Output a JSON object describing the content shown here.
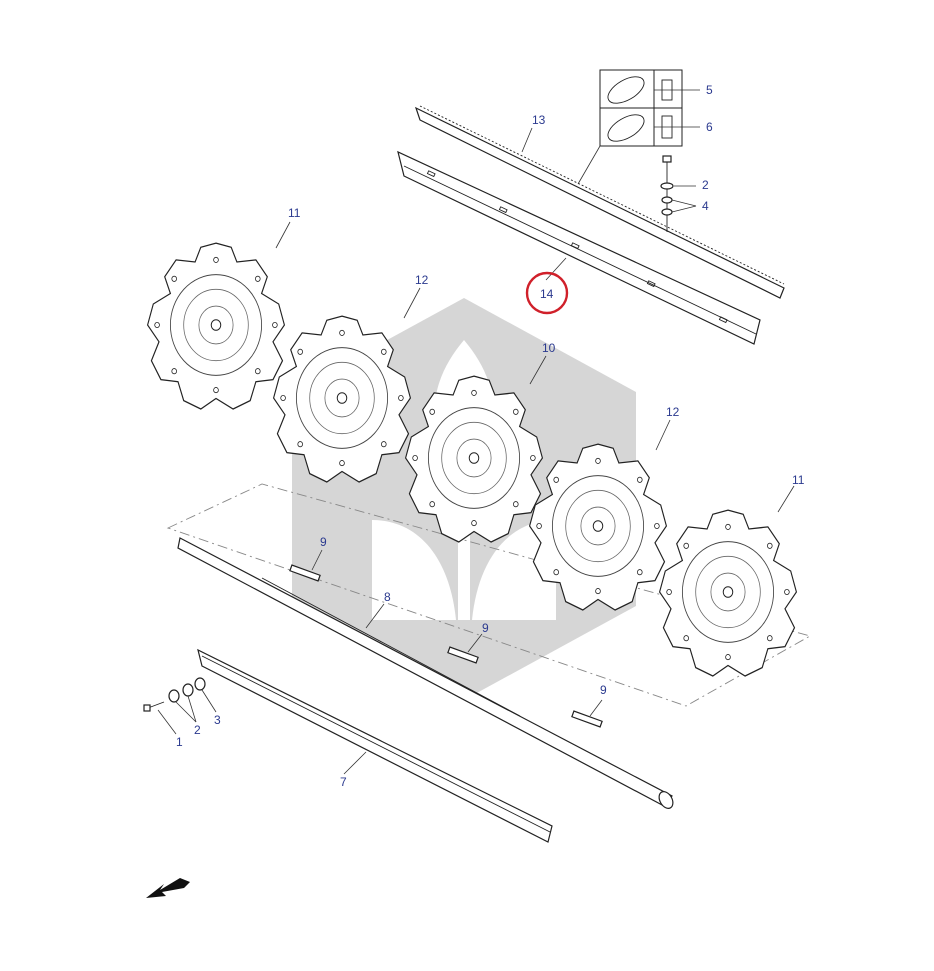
{
  "callouts": {
    "c1": "1",
    "c2a": "2",
    "c2b": "2",
    "c3": "3",
    "c4": "4",
    "c5": "5",
    "c6": "6",
    "c7": "7",
    "c8": "8",
    "c9a": "9",
    "c9b": "9",
    "c9c": "9",
    "c10": "10",
    "c11a": "11",
    "c11b": "11",
    "c12a": "12",
    "c12b": "12",
    "c13": "13",
    "c14": "14"
  },
  "highlight": {
    "callout": "14",
    "color": "#d0202a"
  },
  "colors": {
    "callout_text": "#2b3a8f",
    "watermark": "#cfcfcf"
  },
  "icons": [
    "watermark-logo",
    "direction-arrow-icon",
    "sprocket",
    "shaft",
    "rack-bar",
    "slat-bar",
    "key",
    "bolt",
    "washer",
    "nut"
  ]
}
